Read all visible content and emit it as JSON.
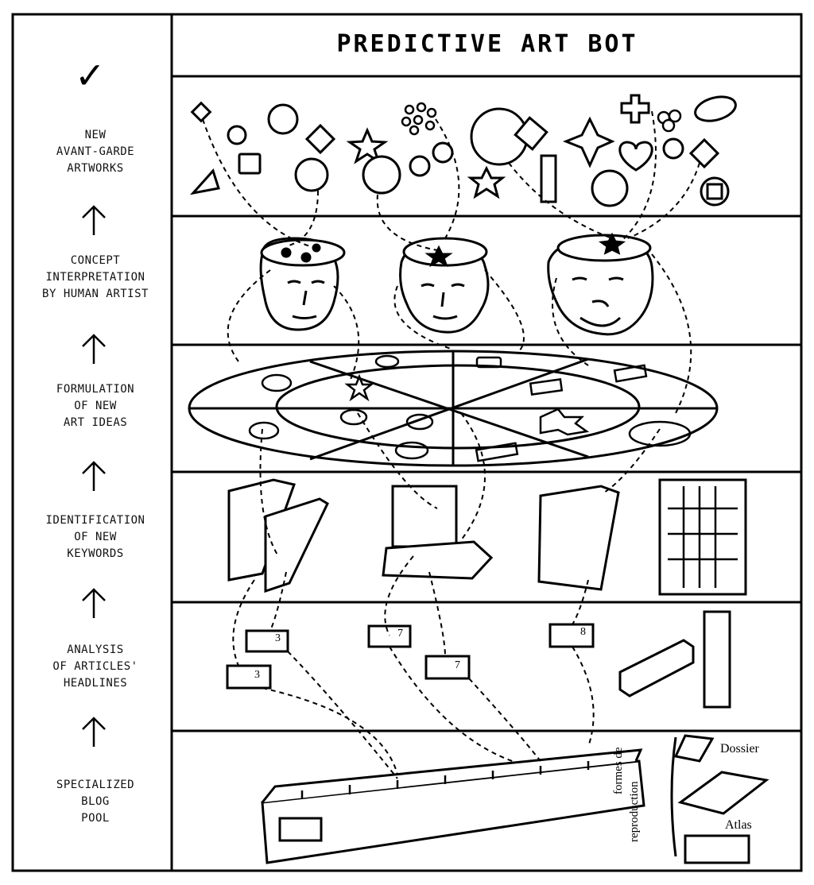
{
  "title": "PREDICTIVE ART BOT",
  "check_icon": "checkmark-icon",
  "stages": [
    {
      "lines": [
        "NEW",
        "AVANT-GARDE",
        "ARTWORKS"
      ]
    },
    {
      "lines": [
        "CONCEPT",
        "INTERPRETATION",
        "BY HUMAN ARTIST"
      ]
    },
    {
      "lines": [
        "FORMULATION",
        "OF NEW",
        "ART IDEAS"
      ]
    },
    {
      "lines": [
        "IDENTIFICATION",
        "OF NEW",
        "KEYWORDS"
      ]
    },
    {
      "lines": [
        "ANALYSIS",
        "OF ARTICLES'",
        "HEADLINES"
      ]
    },
    {
      "lines": [
        "SPECIALIZED",
        "BLOG",
        "POOL"
      ]
    }
  ],
  "card_numbers": [
    "3",
    "3",
    "7",
    "7",
    "8"
  ],
  "side_labels": {
    "dossier": "Dossier",
    "atlas": "Atlas",
    "formes": "formes de",
    "reproduction": "reproduction"
  }
}
